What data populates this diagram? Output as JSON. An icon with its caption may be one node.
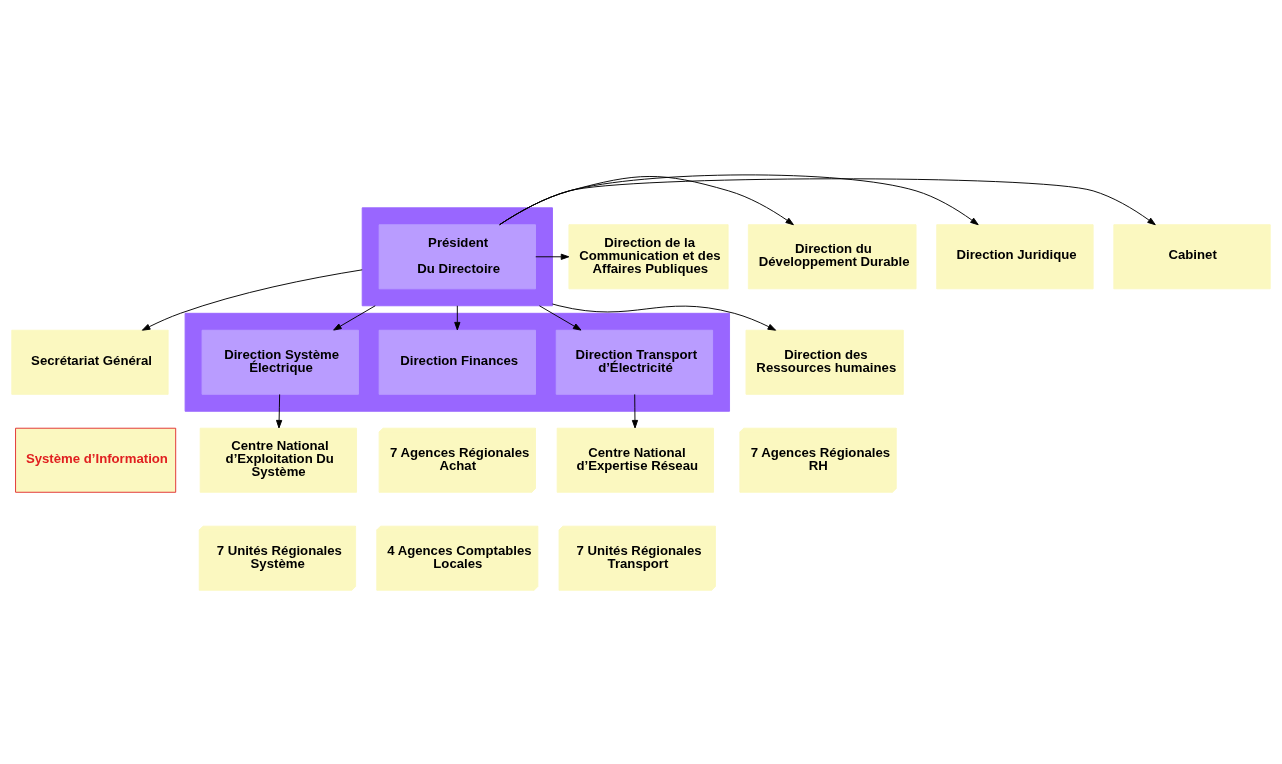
{
  "diagram": {
    "nodes": [
      {
        "text": [],
        "shape": "box"
      },
      {
        "text": [
          "Président",
          "Du Directoire"
        ],
        "in": 0
      },
      {
        "text": [
          "Direction de la Communication et des Affaires Publiques"
        ]
      },
      {
        "text": [
          "Direction Juridique"
        ]
      },
      {
        "text": [
          "Direction du Développement Durable"
        ]
      },
      {
        "text": [
          "Cabinet"
        ]
      },
      {
        "text": [
          "Secrétariat Général"
        ]
      },
      {
        "text": [],
        "shape": "box"
      },
      {
        "text": [
          "Direction Système Électrique"
        ],
        "in": 7
      },
      {
        "text": [
          "Direction Finances"
        ],
        "in": 7
      },
      {
        "text": [
          "Direction Transport d’Électricité"
        ],
        "in": 7
      },
      {
        "text": [
          "Direction des Ressources humaines"
        ]
      },
      {
        "text": [
          "Système d’Information"
        ]
      },
      {
        "text": [
          "Centre National d’Exploitation Du Système"
        ]
      },
      {
        "text": [
          "7 Agences Régionales Achat"
        ]
      },
      {
        "text": [
          "Centre National d’Expertise Réseau"
        ]
      },
      {
        "text": [
          "7 Agences Régionales RH"
        ]
      },
      {
        "text": [
          "7 Unités Régionales Système"
        ]
      },
      {
        "text": [
          "4 Agences Comptables Locales"
        ]
      },
      {
        "text": [
          "7 Unités Régionales Transport"
        ]
      }
    ],
    "edges": [
      {
        "from": 1,
        "to": 2,
        "arrow": "to"
      },
      {
        "from": 1,
        "to": 3,
        "arrow": "to"
      },
      {
        "from": 1,
        "to": 4,
        "arrow": "to"
      },
      {
        "from": 1,
        "to": 5,
        "arrow": "to"
      },
      {
        "from": 0,
        "to": 6,
        "arrow": "to"
      },
      {
        "from": 0,
        "to": 8,
        "arrow": "to"
      },
      {
        "from": 0,
        "to": 9,
        "arrow": "to"
      },
      {
        "from": 0,
        "to": 10,
        "arrow": "to"
      },
      {
        "from": 0,
        "to": 11,
        "arrow": "to"
      },
      {
        "from": 8,
        "to": 13,
        "arrow": "to"
      },
      {
        "from": 10,
        "to": 15,
        "arrow": "to"
      }
    ]
  }
}
